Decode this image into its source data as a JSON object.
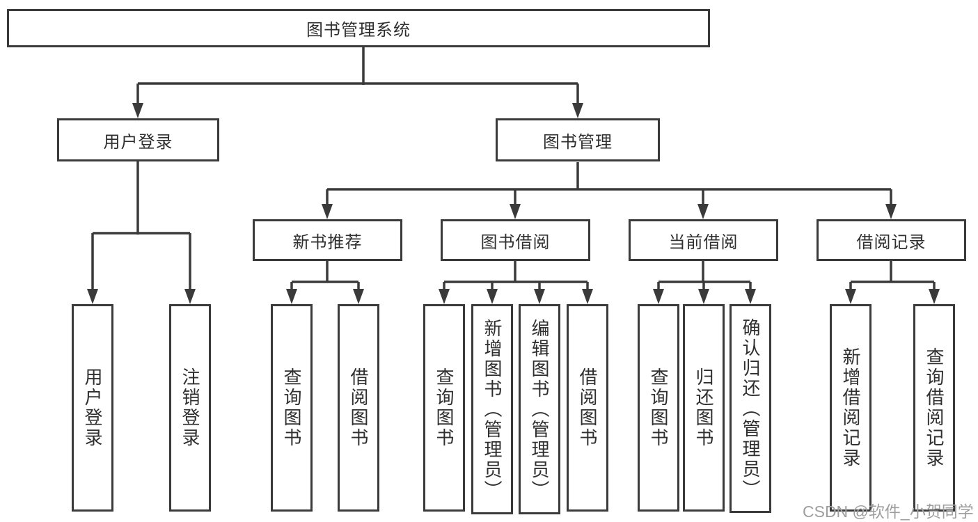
{
  "tree": {
    "root": {
      "label": "图书管理系统"
    },
    "level2": [
      {
        "label": "用户登录"
      },
      {
        "label": "图书管理"
      }
    ],
    "level3": [
      {
        "label": "新书推荐"
      },
      {
        "label": "图书借阅"
      },
      {
        "label": "当前借阅"
      },
      {
        "label": "借阅记录"
      }
    ],
    "leaves": {
      "user": [
        {
          "label": "用户登录"
        },
        {
          "label": "注销登录"
        }
      ],
      "newbook": [
        {
          "label": "查询图书"
        },
        {
          "label": "借阅图书"
        }
      ],
      "borrow": [
        {
          "label": "查询图书"
        },
        {
          "label": "新增图书（管理员）"
        },
        {
          "label": "编辑图书（管理员）"
        },
        {
          "label": "借阅图书"
        }
      ],
      "current": [
        {
          "label": "查询图书"
        },
        {
          "label": "归还图书"
        },
        {
          "label": "确认归还（管理员）"
        }
      ],
      "records": [
        {
          "label": "新增借阅记录"
        },
        {
          "label": "查询借阅记录"
        }
      ]
    }
  },
  "watermark": {
    "text": "CSDN @软件_小贺同学"
  },
  "colors": {
    "line": "#3a3a3a",
    "text": "#2f2f2f",
    "watermark": "#9e9e9e",
    "background": "#ffffff"
  }
}
